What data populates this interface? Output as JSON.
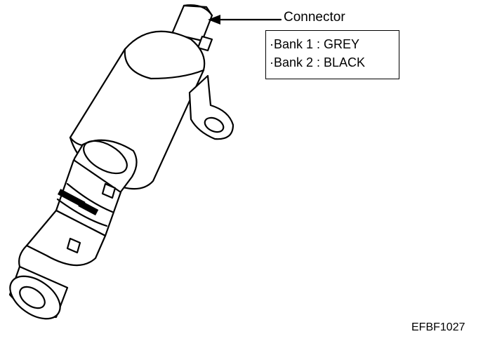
{
  "labels": {
    "connector": "Connector",
    "bank1": "·Bank 1 : GREY",
    "bank2": "·Bank 2 : BLACK",
    "figure_code": "EFBF1027"
  }
}
